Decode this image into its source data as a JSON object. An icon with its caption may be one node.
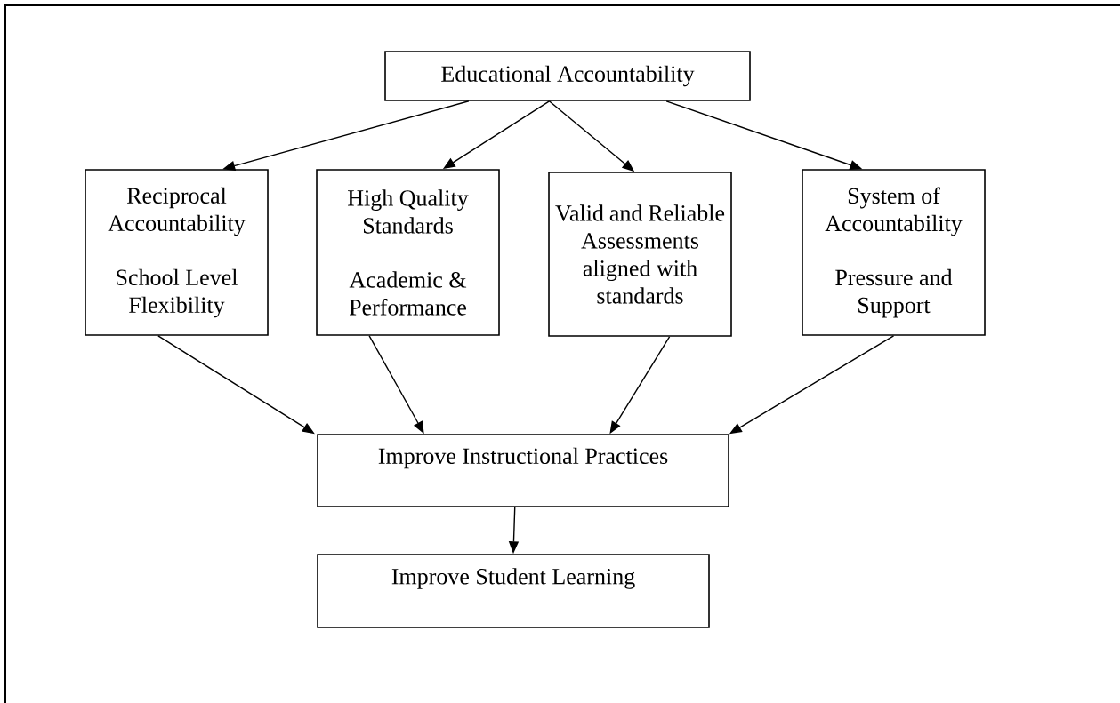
{
  "diagram": {
    "nodes": [
      {
        "text": [
          "Educational Accountability"
        ]
      },
      {
        "text": [
          "Reciprocal Accountability",
          "School Level Flexibility"
        ]
      },
      {
        "text": [
          "High Quality Standards",
          "Academic & Performance"
        ]
      },
      {
        "text": [
          "Valid and Reliable Assessments aligned with standards"
        ]
      },
      {
        "text": [
          "System of Accountability",
          "Pressure and Support"
        ]
      },
      {
        "text": [
          "Improve Instructional Practices"
        ]
      },
      {
        "text": [
          "Improve Student Learning"
        ]
      }
    ],
    "edges": [
      {
        "from": 0,
        "to": 1,
        "arrow": "to"
      },
      {
        "from": 0,
        "to": 2,
        "arrow": "to"
      },
      {
        "from": 0,
        "to": 3,
        "arrow": "to"
      },
      {
        "from": 0,
        "to": 4,
        "arrow": "to"
      },
      {
        "from": 1,
        "to": 5,
        "arrow": "to"
      },
      {
        "from": 2,
        "to": 5,
        "arrow": "to"
      },
      {
        "from": 3,
        "to": 5,
        "arrow": "to"
      },
      {
        "from": 4,
        "to": 5,
        "arrow": "to"
      },
      {
        "from": 5,
        "to": 6,
        "arrow": "to"
      }
    ]
  }
}
